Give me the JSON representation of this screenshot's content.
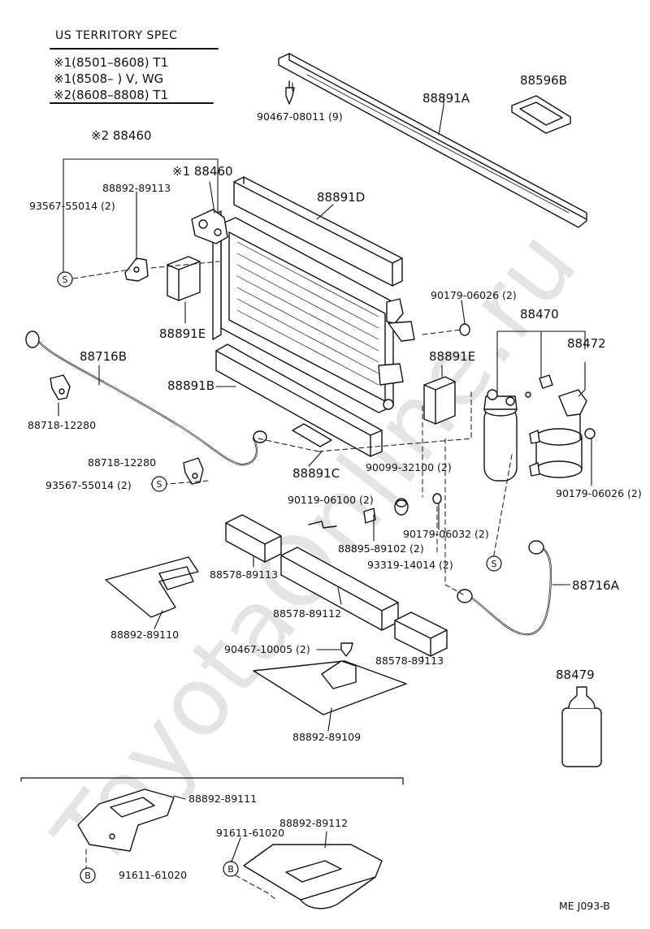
{
  "spec": {
    "title": "US TERRITORY SPEC",
    "rows": [
      "※1(8501–8608) T1",
      "※1(8508–        ) V, WG",
      "※2(8608–8808) T1"
    ]
  },
  "labels": {
    "p88460_s2": "※2 88460",
    "p88460_s1": "※1 88460",
    "p88891A": "88891A",
    "p88596B": "88596B",
    "p90467_08011": "90467-08011 (9)",
    "p88892_89113": "88892-89113",
    "p93567_55014_a": "93567-55014 (2)",
    "p88891D": "88891D",
    "p88891E_a": "88891E",
    "p90179_06026_a": "90179-06026 (2)",
    "p88470": "88470",
    "p88472": "88472",
    "p88716B": "88716B",
    "p88891E_b": "88891E",
    "p88891B": "88891B",
    "p88718_12280_a": "88718-12280",
    "p88891C": "88891C",
    "p88718_12280_b": "88718-12280",
    "p93567_55014_b": "93567-55014 (2)",
    "p90099_32100": "90099-32100 (2)",
    "p90179_06026_b": "90179-06026 (2)",
    "p90119_06100": "90119-06100 (2)",
    "p88895_89102": "88895-89102 (2)",
    "p90179_06032": "90179-06032 (2)",
    "p93319_14014": "93319-14014 (2)",
    "p88578_89113_a": "88578-89113",
    "p88716A": "88716A",
    "p88578_89112": "88578-89112",
    "p88892_89110": "88892-89110",
    "p90467_10005": "90467-10005 (2)",
    "p88578_89113_b": "88578-89113",
    "p88479": "88479",
    "p88892_89109": "88892-89109",
    "p88892_89111": "88892-89111",
    "p91611_61020_a": "91611-61020",
    "p88892_89112": "88892-89112",
    "p91611_61020_b": "91611-61020",
    "ref": "ME  J093-B"
  },
  "markers": {
    "S": "S",
    "B": "B"
  },
  "watermark": "ToyotaOnline.ru"
}
